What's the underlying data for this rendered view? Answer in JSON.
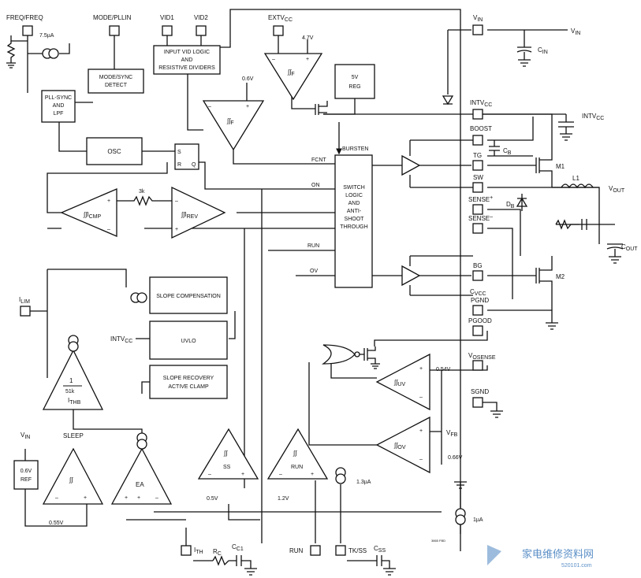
{
  "pins": {
    "freq": "FREQ/FREQ",
    "mode": "MODE/PLLIN",
    "vid1": "VID1",
    "vid2": "VID2",
    "extvcc": "EXTV",
    "extvcc_sub": "CC",
    "vin_top": "V",
    "vin_top_sub": "IN",
    "intvcc": "INTV",
    "intvcc_sub": "CC",
    "boost": "BOOST",
    "tg": "TG",
    "sw": "SW",
    "sense_p": "SENSE",
    "sense_p_sup": "+",
    "sense_n": "SENSE",
    "sense_n_sup": "–",
    "bg": "BG",
    "pgnd": "PGND",
    "pgood": "PGOOD",
    "vosense": "V",
    "vosense_sub": "OSENSE",
    "sgnd": "SGND",
    "ilim": "I",
    "ilim_sub": "LIM",
    "ith": "I",
    "ith_sub": "TH",
    "run": "RUN",
    "tkss": "TK/SS"
  },
  "blocks": {
    "vid_logic": [
      "INPUT VID LOGIC",
      "AND",
      "RESISTIVE DIVIDERS"
    ],
    "mode_detect": [
      "MODE/SYNC",
      "DETECT"
    ],
    "pll": [
      "PLL-SYNC",
      "AND",
      "LPF"
    ],
    "osc": "OSC",
    "sr_s": "S",
    "sr_r": "R",
    "sr_q": "Q",
    "reg": [
      "5V",
      "REG"
    ],
    "switch_logic": [
      "SWITCH",
      "LOGIC",
      "AND",
      "ANTI-",
      "SHOOT",
      "THROUGH"
    ],
    "slope_comp": "SLOPE COMPENSATION",
    "uvlo": "UVLO",
    "slope_recovery": [
      "SLOPE RECOVERY",
      "ACTIVE CLAMP"
    ],
    "ref": [
      "0.6V",
      "REF"
    ]
  },
  "amps": {
    "icmp": "I",
    "icmp_sub": "CMP",
    "irev": "I",
    "irev_sub": "REV",
    "f": "F",
    "f2": "F",
    "ith_num": "1",
    "ith_den": "51k",
    "ithb": "I",
    "ithb_sub": "THB",
    "ea": "EA",
    "ss": "SS",
    "run": "RUN",
    "uv": "UV",
    "ov": "OV"
  },
  "signals": {
    "fcnt": "FCNT",
    "on": "ON",
    "run": "RUN",
    "ov": "OV",
    "burst": "BURSTEN",
    "sleep": "SLEEP",
    "intvcc_in": "INTV",
    "intvcc_in_sub": "CC",
    "vin_ref": "V",
    "vin_ref_sub": "IN",
    "vfb": "V",
    "vfb_sub": "FB"
  },
  "values": {
    "i_freq": "7.5µA",
    "v_47": "4.7V",
    "v_06": "0.6V",
    "r_3k": "3k",
    "v_054": "0.54V",
    "v_066": "0.66V",
    "v_055": "0.55V",
    "v_05": "0.5V",
    "v_12": "1.2V",
    "i_13": "1.3µA",
    "i_1": "1µA"
  },
  "external": {
    "vin_out": "V",
    "vin_out_sub": "IN",
    "cin": "C",
    "cin_sub": "IN",
    "intvcc_out": "INTV",
    "intvcc_out_sub": "CC",
    "cb": "C",
    "cb_sub": "B",
    "m1": "M1",
    "m2": "M2",
    "l1": "L1",
    "vout": "V",
    "vout_sub": "OUT",
    "db": "D",
    "db_sub": "B",
    "cout": "C",
    "cout_sub": "OUT",
    "cvcc": "C",
    "cvcc_sub": "VCC",
    "rc": "R",
    "rc_sub": "C",
    "cc1": "C",
    "cc1_sub": "C1",
    "css": "C",
    "css_sub": "SS"
  },
  "tag": "3865 FBD",
  "watermark": {
    "cn": "家电维修资料网",
    "url": "520101.com"
  }
}
